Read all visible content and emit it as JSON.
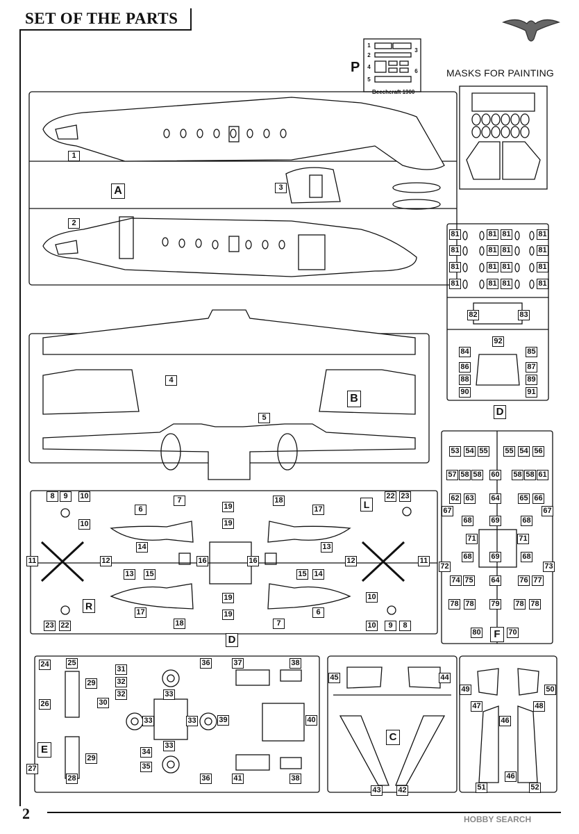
{
  "header": {
    "title": "SET OF THE PARTS",
    "page_number": "2"
  },
  "photoetch": {
    "letter": "P",
    "caption": "Beechcraft 1900",
    "numbers": [
      "1",
      "2",
      "3",
      "4",
      "5",
      "6"
    ]
  },
  "masks": {
    "title": "MASKS FOR PAINTING"
  },
  "sprues": {
    "A": {
      "letter": "A",
      "parts": [
        "1",
        "2",
        "3"
      ]
    },
    "B": {
      "letter": "B",
      "parts": [
        "4",
        "5"
      ]
    },
    "D_large": {
      "letter": "D",
      "inner_letters": [
        "L",
        "R"
      ],
      "parts": [
        "6",
        "7",
        "8",
        "9",
        "10",
        "10",
        "11",
        "12",
        "13",
        "14",
        "15",
        "16",
        "17",
        "18",
        "19",
        "19",
        "22",
        "23",
        "6",
        "7",
        "8",
        "9",
        "10",
        "10",
        "11",
        "12",
        "13",
        "14",
        "15",
        "16",
        "17",
        "18",
        "19",
        "19",
        "22",
        "23"
      ]
    },
    "D_small": {
      "letter": "D",
      "parts": [
        "81",
        "82",
        "83",
        "84",
        "85",
        "86",
        "87",
        "88",
        "89",
        "90",
        "91",
        "92"
      ]
    },
    "F": {
      "letter": "F",
      "parts": [
        "53",
        "54",
        "55",
        "56",
        "57",
        "58",
        "60",
        "61",
        "62",
        "63",
        "64",
        "65",
        "66",
        "67",
        "68",
        "69",
        "70",
        "71",
        "72",
        "73",
        "74",
        "75",
        "76",
        "77",
        "78",
        "79",
        "80"
      ]
    },
    "E": {
      "letter": "E",
      "parts": [
        "24",
        "25",
        "26",
        "27",
        "28",
        "29",
        "30",
        "31",
        "32",
        "33",
        "34",
        "35",
        "36",
        "37",
        "38",
        "39",
        "40",
        "41"
      ]
    },
    "C": {
      "letter": "C",
      "parts": [
        "42",
        "43",
        "44",
        "45"
      ]
    },
    "G": {
      "parts": [
        "46",
        "47",
        "48",
        "49",
        "50",
        "51",
        "52"
      ]
    }
  },
  "watermark": {
    "text": "HOBBY SEARCH"
  }
}
